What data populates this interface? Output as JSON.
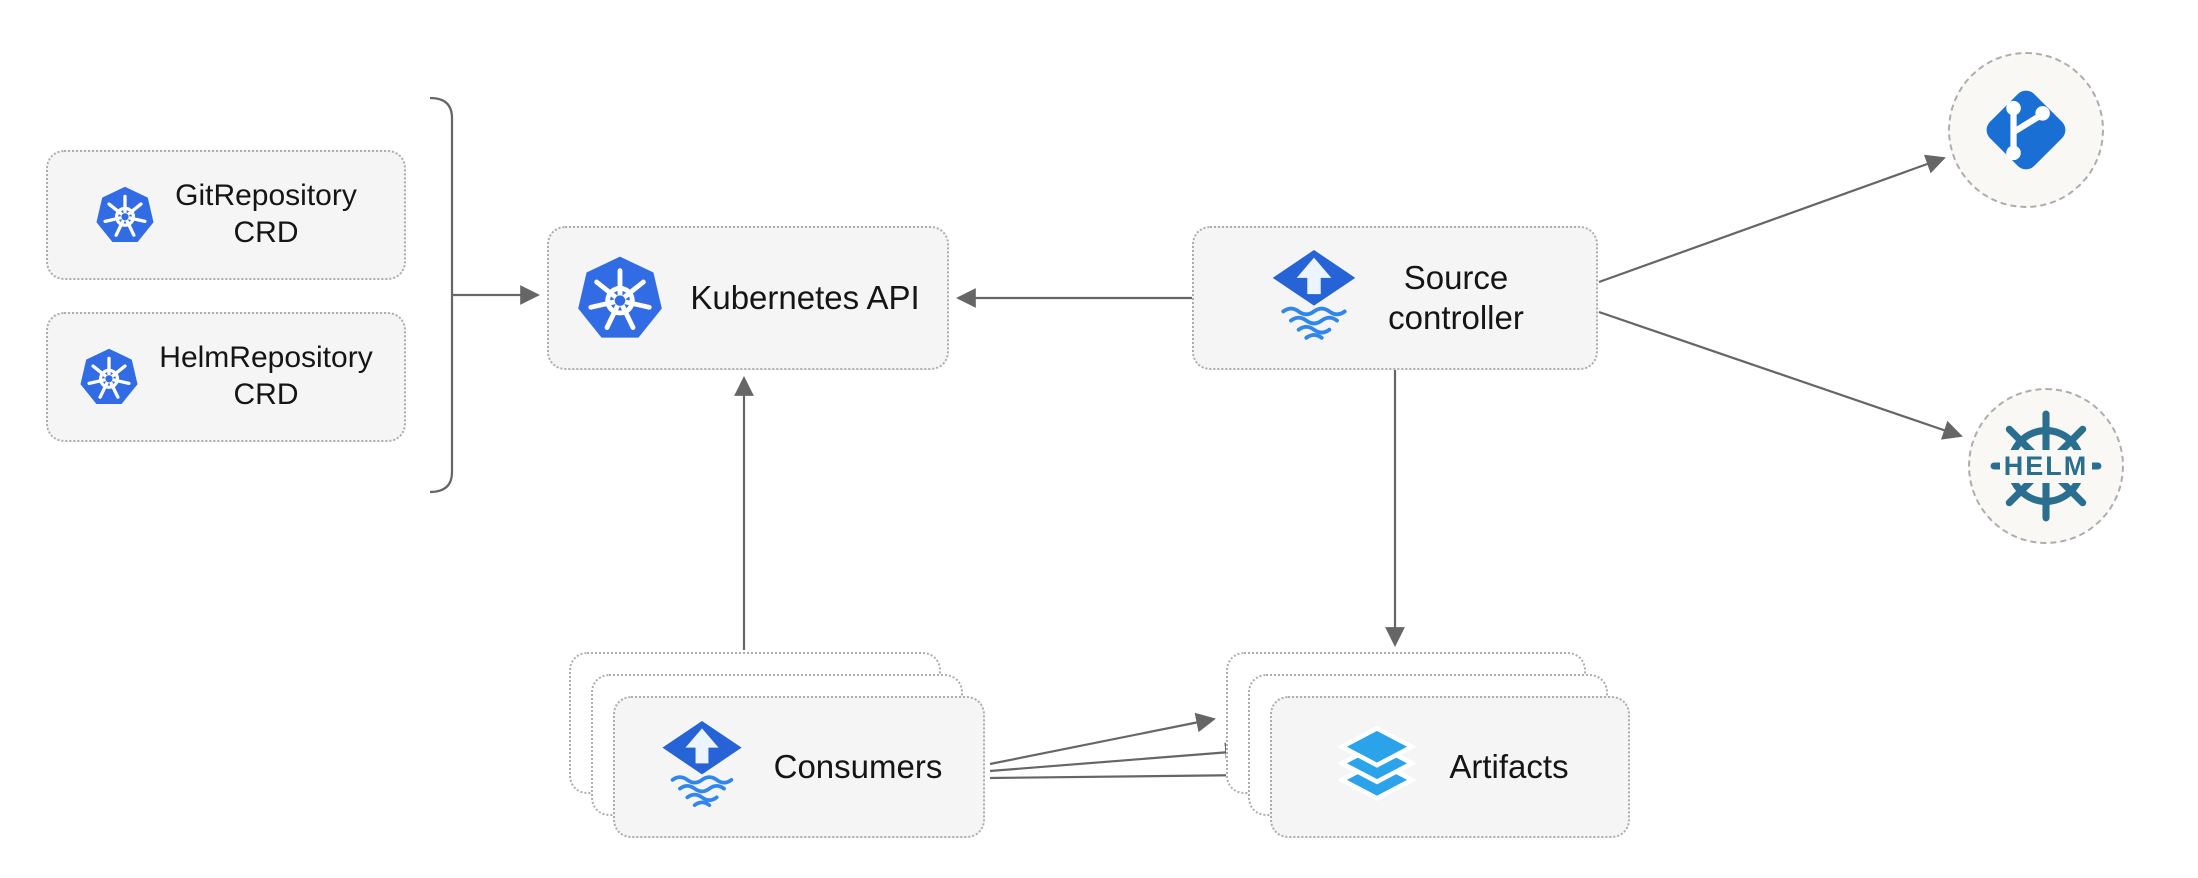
{
  "diagram": {
    "nodes": {
      "git_repository_crd": {
        "label": "GitRepository\nCRD",
        "icon": "kubernetes-icon"
      },
      "helm_repository_crd": {
        "label": "HelmRepository\nCRD",
        "icon": "kubernetes-icon"
      },
      "kubernetes_api": {
        "label": "Kubernetes API",
        "icon": "kubernetes-icon"
      },
      "source_controller": {
        "label": "Source\ncontroller",
        "icon": "flux-source-controller-icon"
      },
      "consumers": {
        "label": "Consumers",
        "icon": "flux-source-controller-icon",
        "stacked": true
      },
      "artifacts": {
        "label": "Artifacts",
        "icon": "layers-icon",
        "stacked": true
      },
      "git_endpoint": {
        "label": "",
        "icon": "git-icon"
      },
      "helm_endpoint": {
        "label": "HELM",
        "icon": "helm-icon"
      }
    },
    "edges": [
      {
        "from": "git_repository_crd+helm_repository_crd",
        "to": "kubernetes_api",
        "style": "bracket-arrow"
      },
      {
        "from": "source_controller",
        "to": "kubernetes_api"
      },
      {
        "from": "consumers",
        "to": "kubernetes_api"
      },
      {
        "from": "source_controller",
        "to": "artifacts"
      },
      {
        "from": "source_controller",
        "to": "git_endpoint"
      },
      {
        "from": "source_controller",
        "to": "helm_endpoint"
      },
      {
        "from": "consumers",
        "to": "artifacts",
        "lines": 3
      }
    ],
    "colors": {
      "kubernetes_blue": "#326CE5",
      "flux_blue": "#2563D6",
      "flux_wave_blue": "#3186EE",
      "layers_blue": "#2BA3EA",
      "git_blue": "#1A6FD4",
      "helm_teal": "#2A6F8F",
      "box_fill": "#F5F5F5",
      "stack_fill": "#FFFFFF",
      "circle_fill": "#FAF8F4",
      "border_gray": "#ADADAD",
      "arrow_gray": "#666666",
      "text_color": "#151515"
    }
  }
}
